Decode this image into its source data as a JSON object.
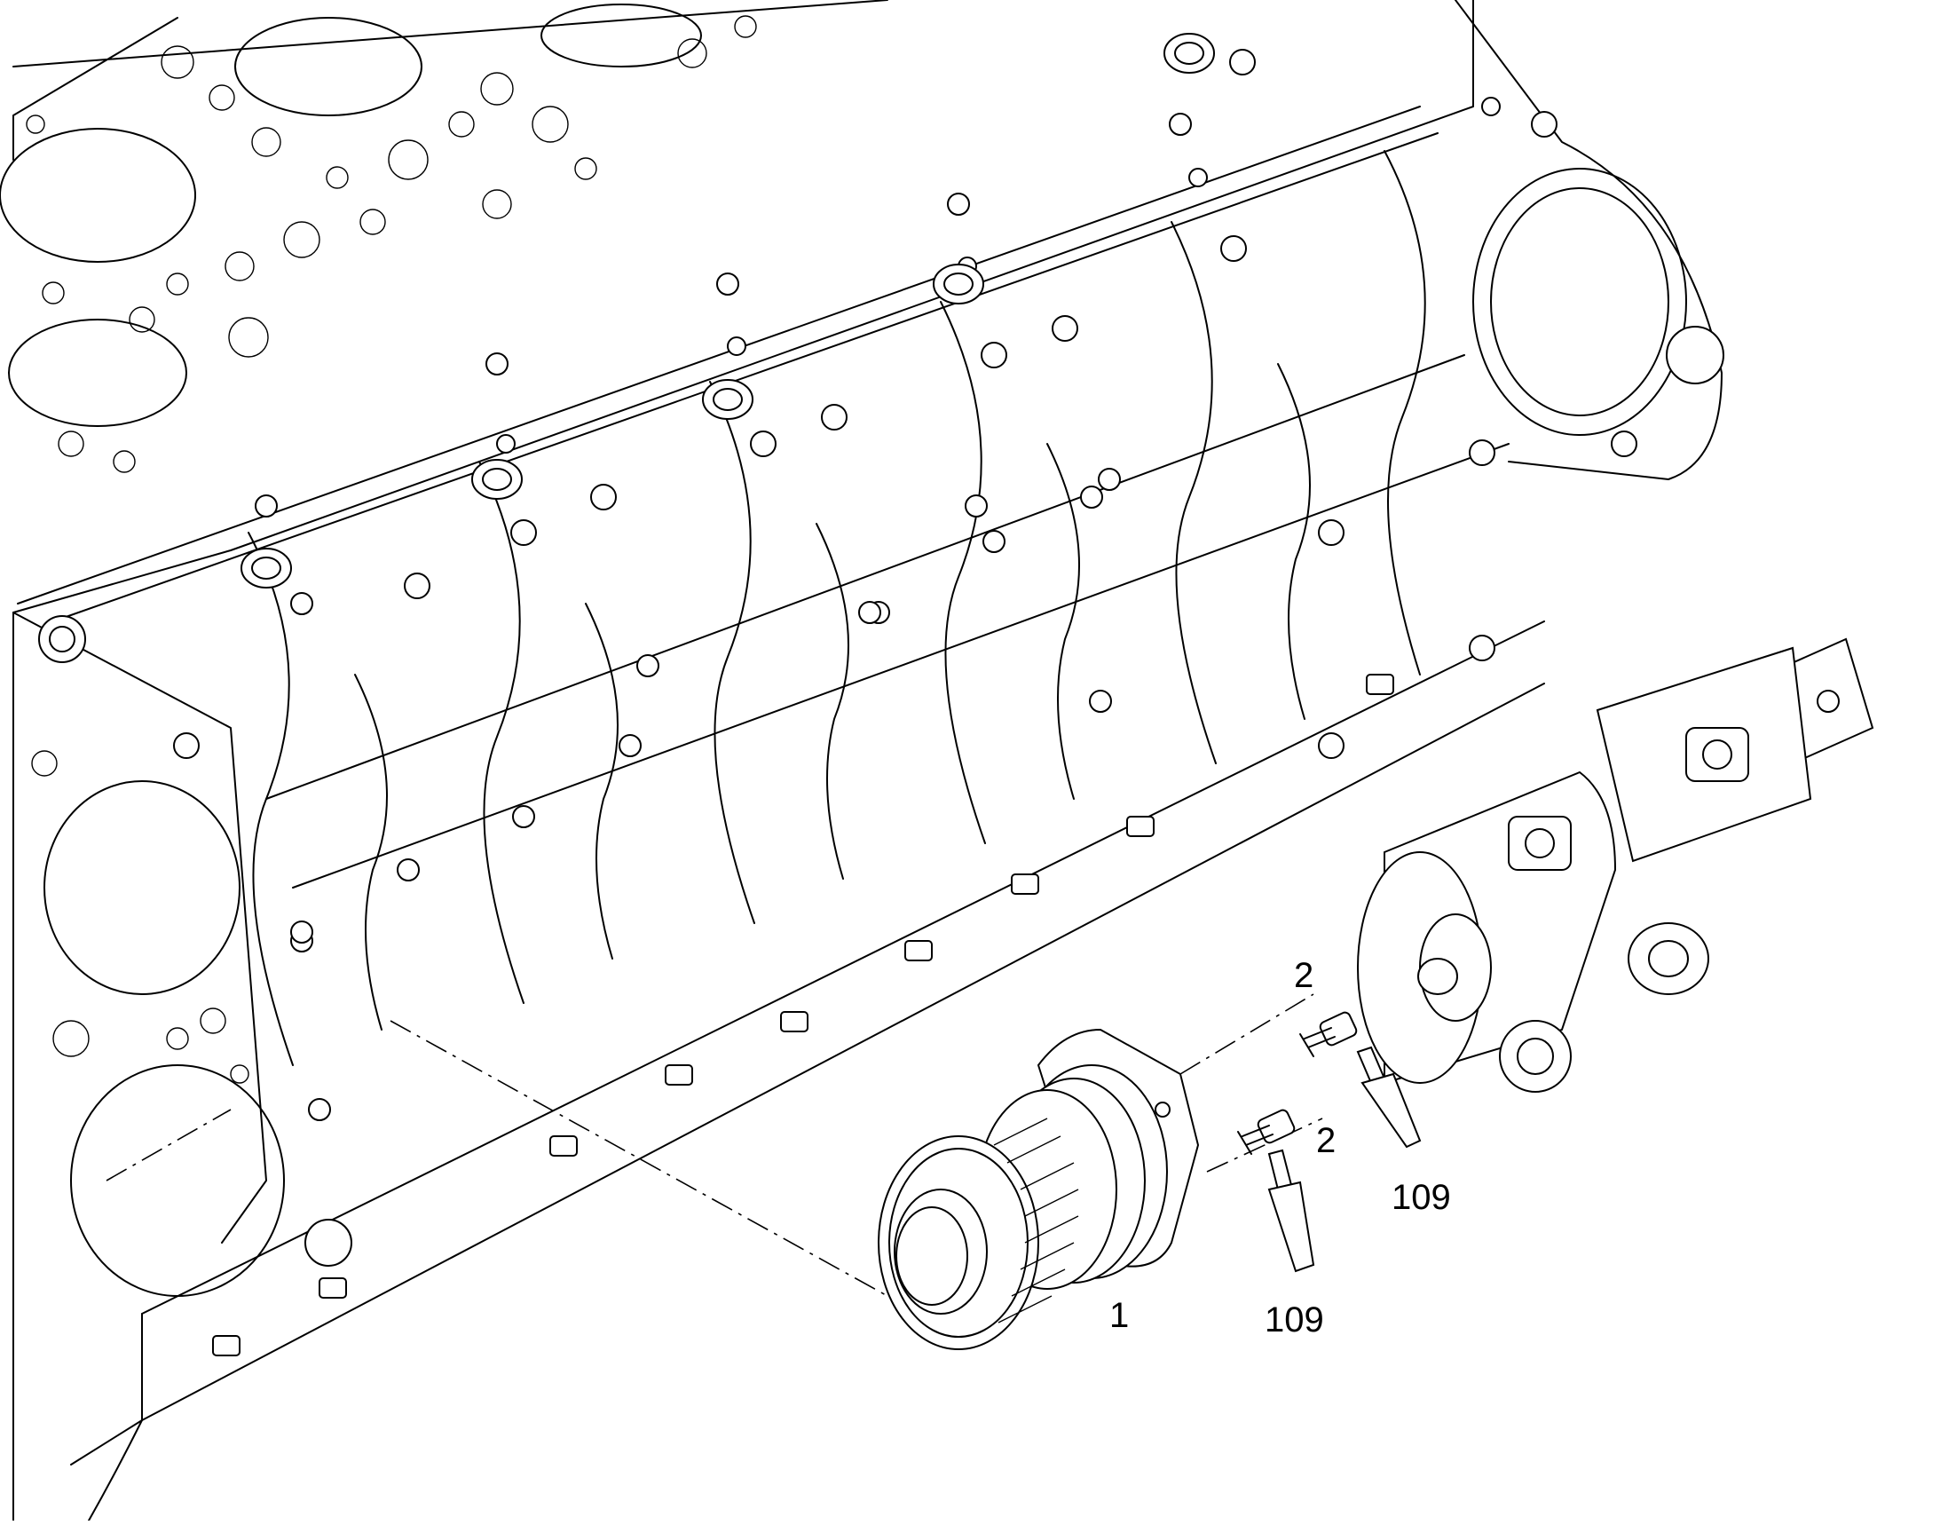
{
  "callouts": {
    "gear_housing": "1",
    "screw_upper": "2",
    "screw_lower": "2",
    "sealant_upper": "109",
    "sealant_lower": "109"
  }
}
